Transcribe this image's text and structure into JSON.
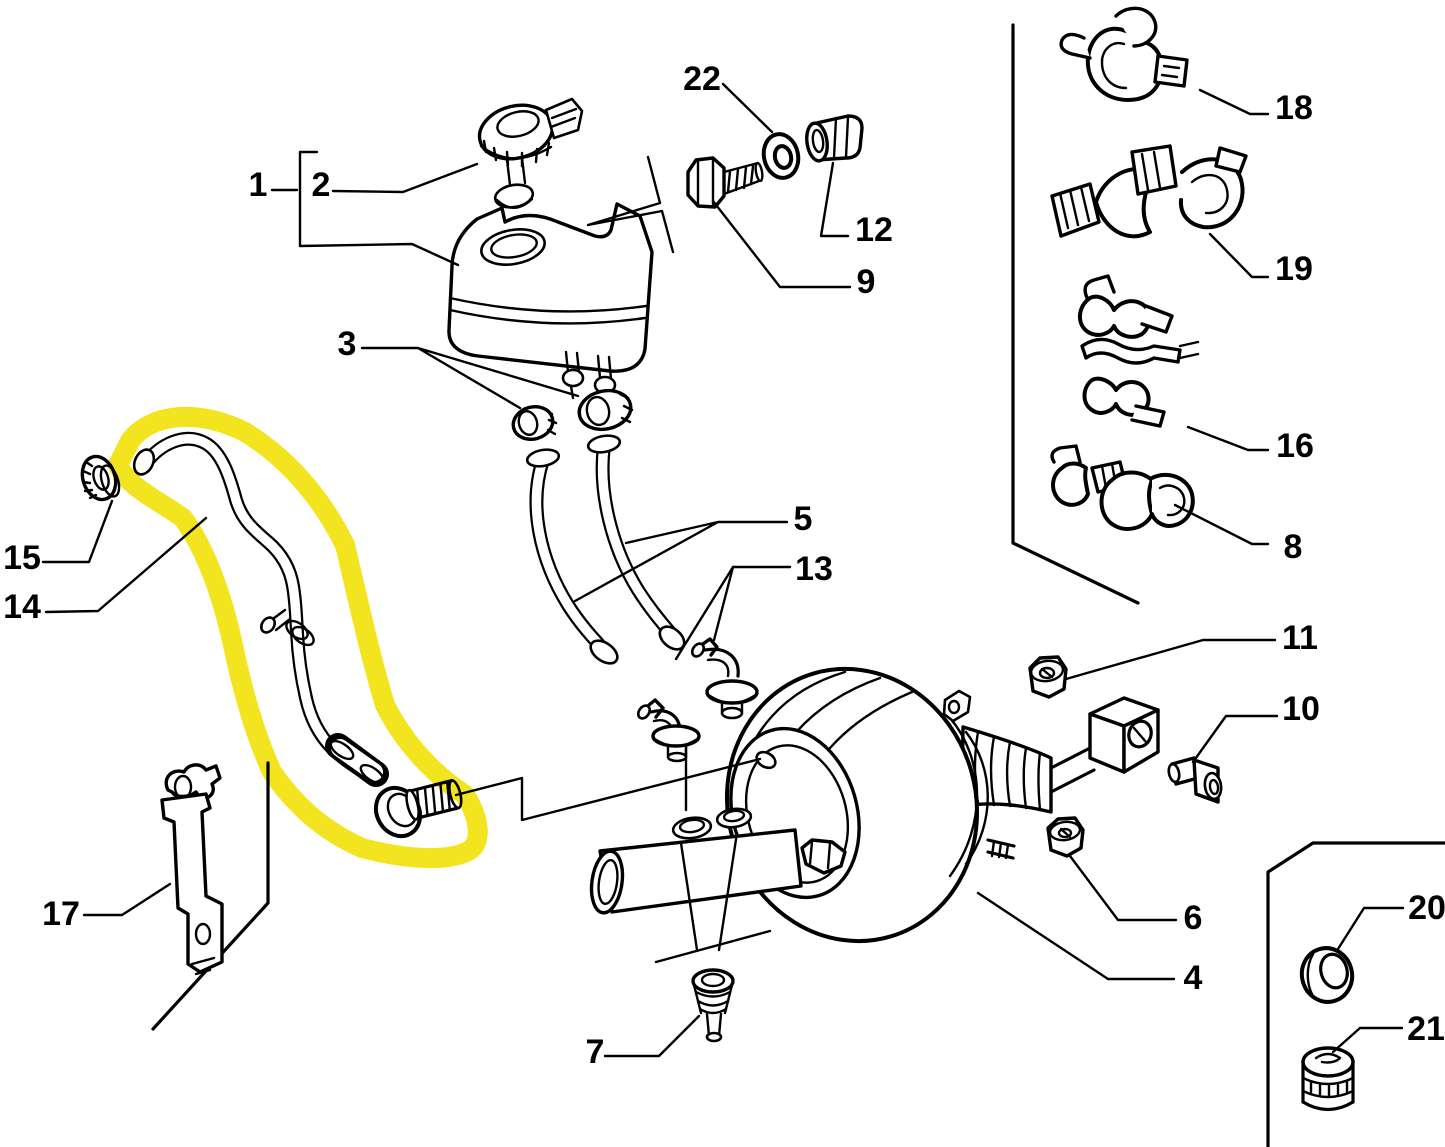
{
  "diagram": {
    "kind": "exploded-parts-diagram",
    "background_color": "#ffffff",
    "line_color": "#000000",
    "highlight": {
      "color": "#F2E41E",
      "encircled_callout": "14"
    },
    "bracket_group": [
      "1",
      "2"
    ],
    "callouts": [
      {
        "id": "1"
      },
      {
        "id": "2"
      },
      {
        "id": "3"
      },
      {
        "id": "4"
      },
      {
        "id": "5"
      },
      {
        "id": "6"
      },
      {
        "id": "7"
      },
      {
        "id": "8"
      },
      {
        "id": "9"
      },
      {
        "id": "10"
      },
      {
        "id": "11"
      },
      {
        "id": "12"
      },
      {
        "id": "13"
      },
      {
        "id": "14"
      },
      {
        "id": "15"
      },
      {
        "id": "16"
      },
      {
        "id": "17"
      },
      {
        "id": "18"
      },
      {
        "id": "19"
      },
      {
        "id": "20"
      },
      {
        "id": "21"
      },
      {
        "id": "22"
      }
    ]
  }
}
